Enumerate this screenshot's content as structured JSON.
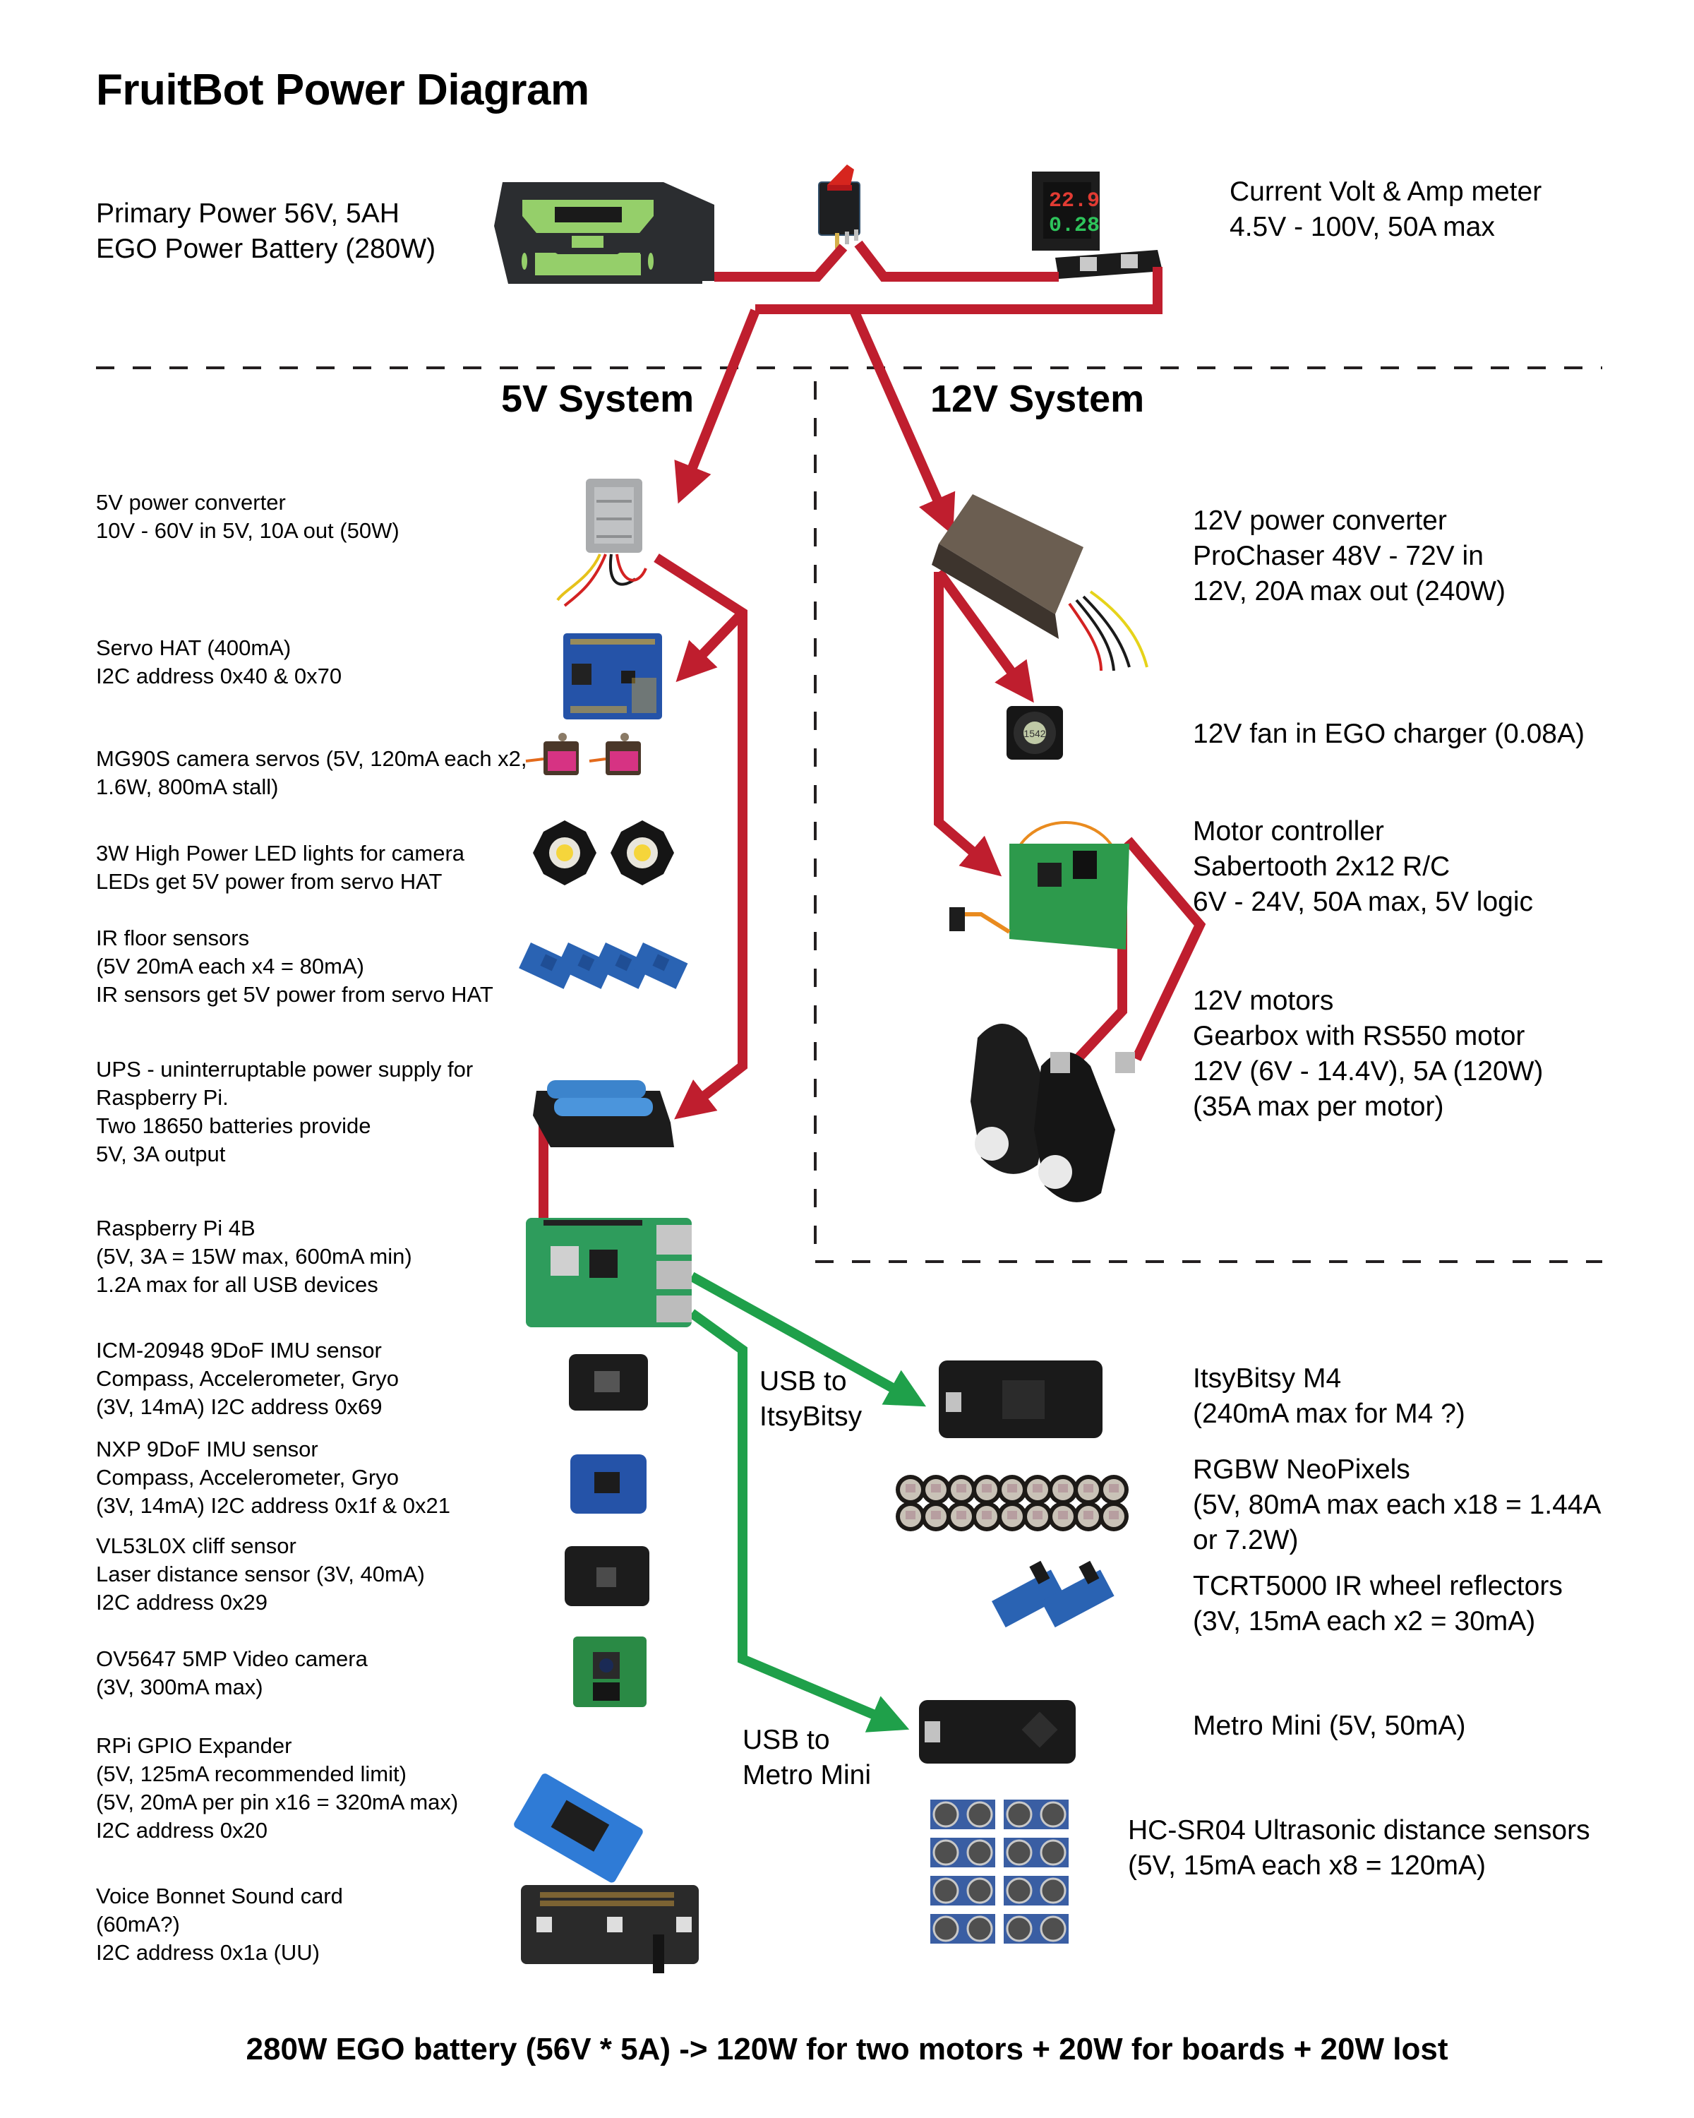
{
  "title": "FruitBot Power Diagram",
  "colors": {
    "power_wire": "#bf1e2e",
    "usb_wire": "#1fa04a",
    "divider": "#231f20",
    "battery_body": "#2b2d30",
    "battery_accent": "#95cf6a",
    "pcb_blue": "#2553a8",
    "pcb_green": "#1f8a4c",
    "pcb_black": "#1e1e1e"
  },
  "sections": {
    "five_volt": "5V System",
    "twelve_volt": "12V System"
  },
  "top": {
    "battery": {
      "icon": "battery-icon",
      "lines": [
        "Primary Power 56V, 5AH",
        "EGO Power Battery (280W)"
      ]
    },
    "switch": {
      "icon": "rocker-switch-icon"
    },
    "meter": {
      "icon": "volt-amp-meter-icon",
      "display_volts": "22.9",
      "display_amps": "0.28",
      "lines": [
        "Current Volt & Amp meter",
        "4.5V - 100V, 50A max"
      ]
    }
  },
  "five_volt_components": [
    {
      "id": "5v-converter",
      "icon": "dc-converter-icon",
      "lines": [
        "5V power converter",
        "10V - 60V in 5V, 10A out (50W)"
      ]
    },
    {
      "id": "servo-hat",
      "icon": "servo-hat-board-icon",
      "lines": [
        "Servo HAT (400mA)",
        "I2C address 0x40 & 0x70"
      ]
    },
    {
      "id": "mg90s-servos",
      "icon": "servo-motor-icon",
      "lines": [
        "MG90S camera servos (5V, 120mA each x2,",
        "1.6W, 800mA stall)"
      ]
    },
    {
      "id": "led-lights",
      "icon": "led-star-icon",
      "lines": [
        "3W High Power LED lights for camera",
        "LEDs get 5V power from servo HAT"
      ]
    },
    {
      "id": "ir-floor-sensors",
      "icon": "ir-sensor-icon",
      "lines": [
        "IR floor sensors",
        "(5V 20mA each x4 = 80mA)",
        "IR sensors get 5V power from servo HAT"
      ]
    },
    {
      "id": "ups",
      "icon": "ups-battery-icon",
      "lines": [
        "UPS - uninterruptable power supply for",
        "Raspberry Pi.",
        "Two 18650 batteries provide",
        "5V, 3A output"
      ]
    },
    {
      "id": "raspberry-pi",
      "icon": "raspberry-pi-board-icon",
      "lines": [
        "Raspberry Pi 4B",
        "(5V, 3A = 15W max, 600mA min)",
        "1.2A max for all USB devices"
      ]
    },
    {
      "id": "icm-20948",
      "icon": "imu-board-icon",
      "lines": [
        "ICM-20948 9DoF IMU sensor",
        "Compass, Accelerometer, Gryo",
        "(3V, 14mA) I2C address 0x69"
      ]
    },
    {
      "id": "nxp-imu",
      "icon": "imu-board-icon",
      "lines": [
        "NXP 9DoF IMU sensor",
        "Compass, Accelerometer, Gryo",
        "(3V, 14mA) I2C address 0x1f & 0x21"
      ]
    },
    {
      "id": "vl53l0x",
      "icon": "tof-sensor-icon",
      "lines": [
        "VL53L0X cliff sensor",
        "Laser distance sensor (3V, 40mA)",
        "I2C address 0x29"
      ]
    },
    {
      "id": "ov5647",
      "icon": "camera-module-icon",
      "lines": [
        "OV5647 5MP Video camera",
        "(3V, 300mA max)"
      ]
    },
    {
      "id": "gpio-expander",
      "icon": "gpio-expander-icon",
      "lines": [
        "RPi GPIO Expander",
        "(5V, 125mA recommended limit)",
        "(5V, 20mA per pin x16 = 320mA max)",
        "I2C address 0x20"
      ]
    },
    {
      "id": "voice-bonnet",
      "icon": "sound-card-icon",
      "lines": [
        "Voice Bonnet Sound card",
        "(60mA?)",
        "I2C address 0x1a (UU)"
      ]
    }
  ],
  "twelve_volt_components": [
    {
      "id": "12v-converter",
      "icon": "dc-converter-icon",
      "lines": [
        "12V power converter",
        "ProChaser 48V - 72V in",
        "12V, 20A max out (240W)"
      ]
    },
    {
      "id": "fan",
      "icon": "fan-icon",
      "fan_label": "1542",
      "lines": [
        "12V fan in EGO charger (0.08A)"
      ]
    },
    {
      "id": "motor-controller",
      "icon": "motor-controller-icon",
      "lines": [
        "Motor controller",
        "Sabertooth 2x12 R/C",
        "6V - 24V, 50A max, 5V logic"
      ]
    },
    {
      "id": "motors",
      "icon": "gearbox-motor-icon",
      "lines": [
        "12V motors",
        "Gearbox with RS550 motor",
        "12V (6V - 14.4V), 5A (120W)",
        "(35A max per motor)"
      ]
    }
  ],
  "usb_components": [
    {
      "id": "itsybitsy",
      "icon": "itsybitsy-board-icon",
      "lines": [
        "ItsyBitsy M4",
        "(240mA max for M4 ?)"
      ]
    },
    {
      "id": "neopixels",
      "icon": "neopixel-icon",
      "lines": [
        "RGBW NeoPixels",
        "(5V, 80mA max each x18 = 1.44A",
        "or 7.2W)"
      ]
    },
    {
      "id": "tcrt5000",
      "icon": "ir-reflector-icon",
      "lines": [
        "TCRT5000 IR wheel reflectors",
        "(3V, 15mA each x2 = 30mA)"
      ]
    },
    {
      "id": "metro-mini",
      "icon": "metro-mini-board-icon",
      "lines": [
        "Metro Mini (5V, 50mA)"
      ]
    },
    {
      "id": "hc-sr04",
      "icon": "ultrasonic-sensor-icon",
      "lines": [
        "HC-SR04 Ultrasonic distance sensors",
        "(5V, 15mA each x8 = 120mA)"
      ]
    }
  ],
  "usb_links": [
    {
      "id": "usb-itsybitsy",
      "lines": [
        "USB to",
        "ItsyBitsy"
      ]
    },
    {
      "id": "usb-metro",
      "lines": [
        "USB to",
        "Metro Mini"
      ]
    }
  ],
  "footer": "280W EGO battery (56V * 5A) -> 120W for two motors + 20W for boards + 20W lost"
}
